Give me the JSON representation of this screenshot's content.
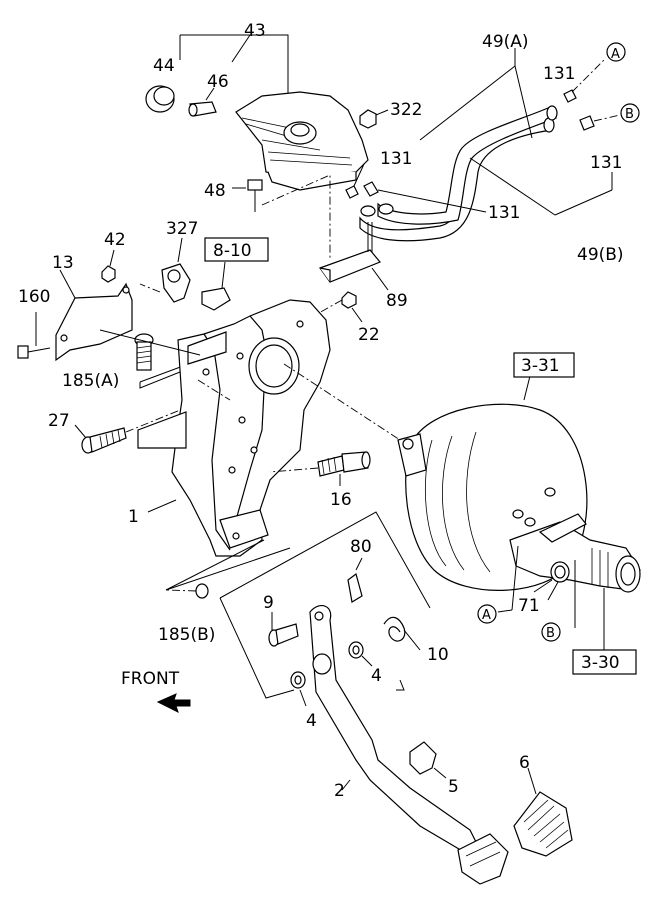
{
  "labels": {
    "p43": "43",
    "p44": "44",
    "p46": "46",
    "p322": "322",
    "p49a": "49(A)",
    "p131a": "131",
    "p131b": "131",
    "p131c": "131",
    "p131d": "131",
    "p48": "48",
    "p327": "327",
    "p42": "42",
    "p13": "13",
    "p160": "160",
    "p185a": "185(A)",
    "p89": "89",
    "p22": "22",
    "p49b": "49(B)",
    "p27": "27",
    "p16": "16",
    "p1": "1",
    "p80": "80",
    "p9": "9",
    "p185b": "185(B)",
    "p10": "10",
    "p4a": "4",
    "p4b": "4",
    "p71": "71",
    "p2": "2",
    "p5": "5",
    "p6": "6",
    "ref_810": "8-10",
    "ref_331": "3-31",
    "ref_330": "3-30",
    "circle_a": "A",
    "circle_b": "B",
    "circle_a2": "A",
    "circle_b2": "B",
    "front": "FRONT"
  }
}
